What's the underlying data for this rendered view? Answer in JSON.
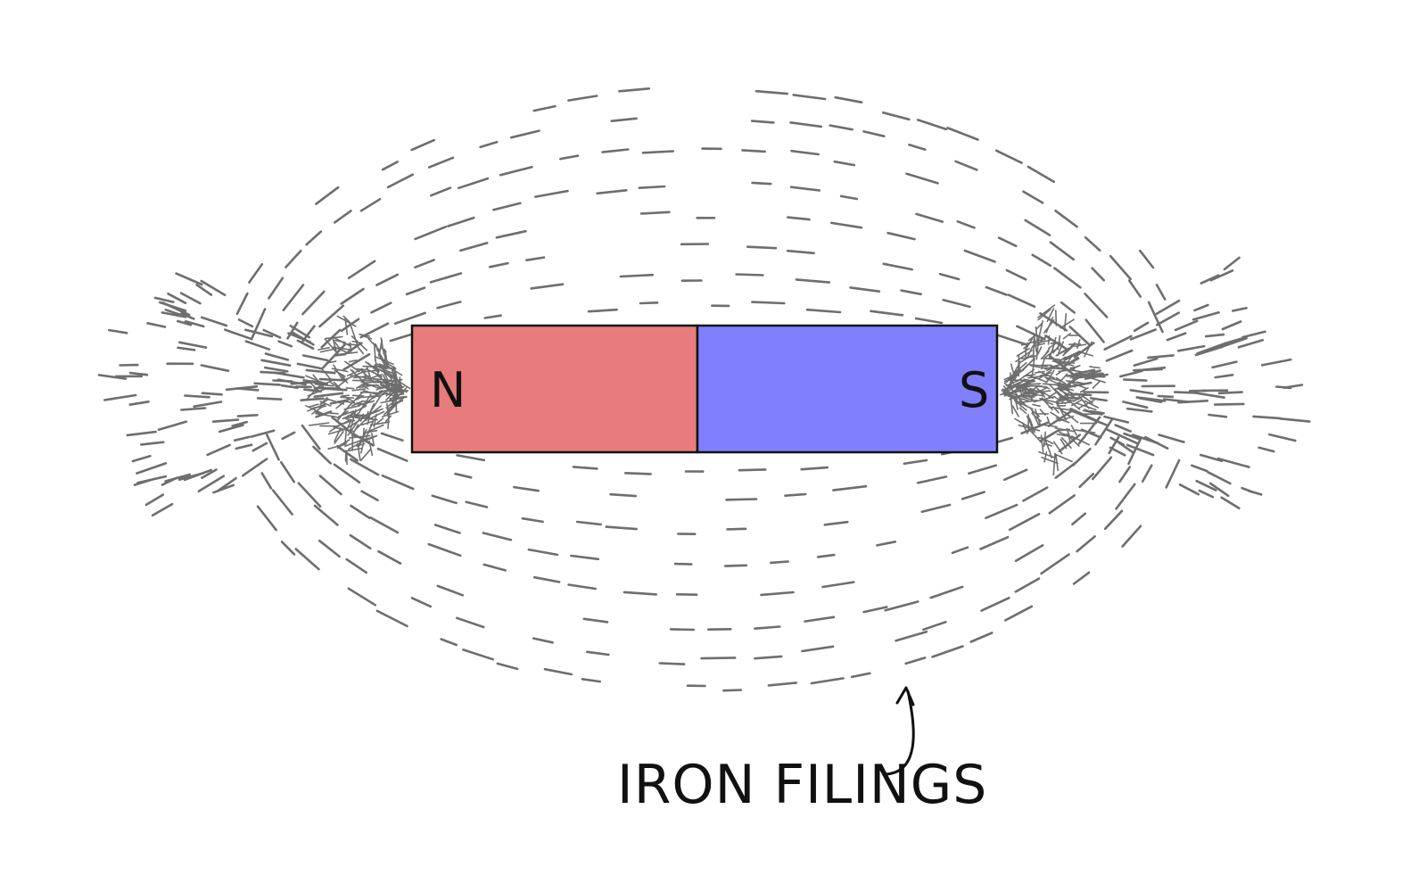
{
  "magnet": {
    "north_label": "N",
    "south_label": "S",
    "north_color": "#e87c7c",
    "south_color": "#8080ff",
    "outline_color": "#111111"
  },
  "filings": {
    "label": "IRON FILINGS",
    "color": "#6e6e6e"
  },
  "icons": {
    "pointer": "curved-arrow-icon"
  }
}
